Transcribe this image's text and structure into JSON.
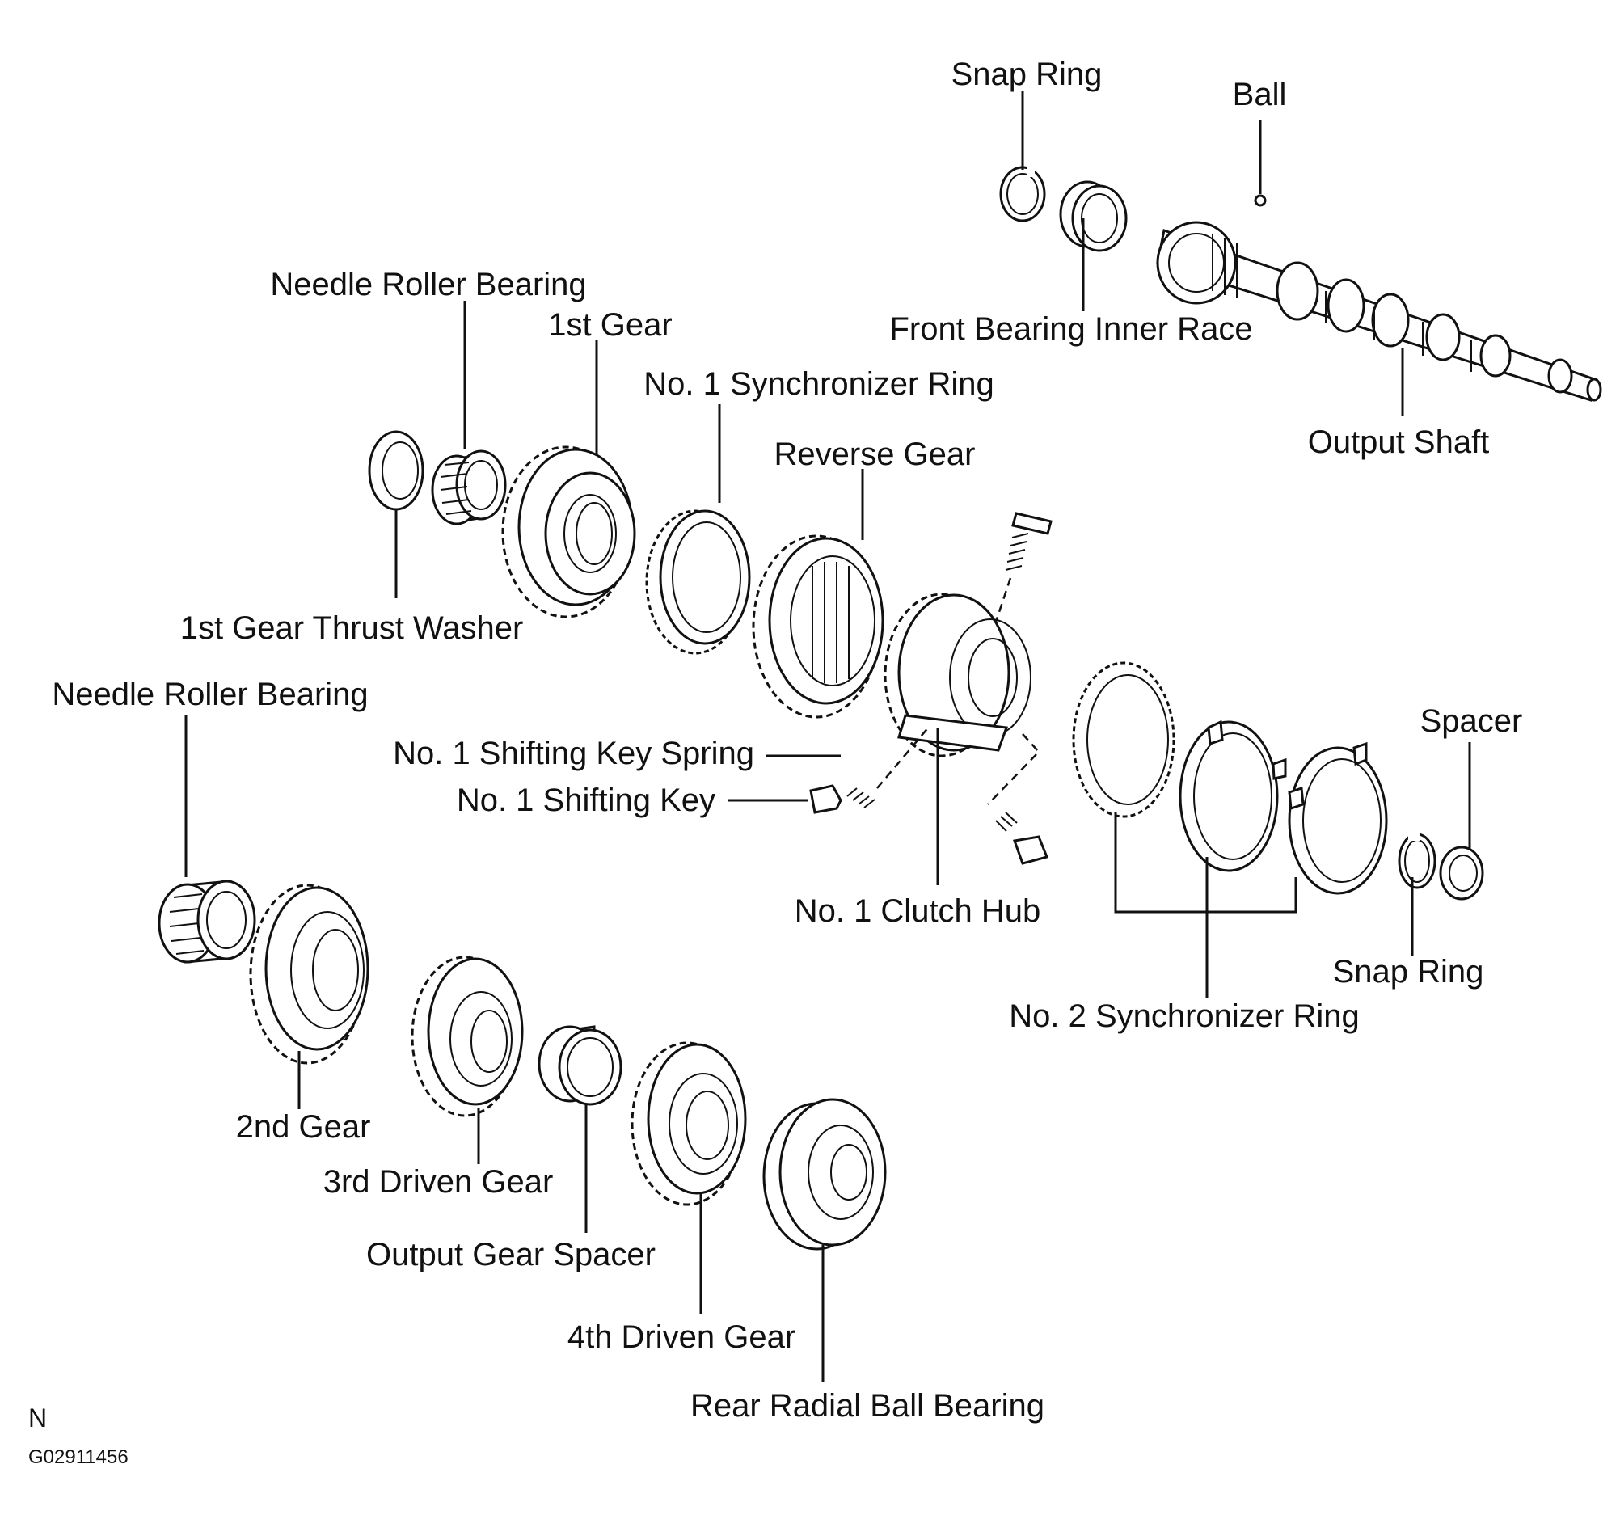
{
  "labels": {
    "snap_ring_top": "Snap Ring",
    "ball": "Ball",
    "front_bearing_inner_race": "Front Bearing Inner Race",
    "output_shaft": "Output Shaft",
    "needle_roller_bearing_upper": "Needle Roller Bearing",
    "first_gear": "1st Gear",
    "no1_synchronizer_ring": "No. 1 Synchronizer Ring",
    "reverse_gear": "Reverse Gear",
    "first_gear_thrust_washer": "1st Gear Thrust Washer",
    "needle_roller_bearing_lower": "Needle Roller Bearing",
    "no1_shifting_key_spring": "No. 1 Shifting Key Spring",
    "no1_shifting_key": "No. 1 Shifting Key",
    "no1_clutch_hub": "No. 1 Clutch Hub",
    "spacer": "Spacer",
    "snap_ring_right": "Snap Ring",
    "no2_synchronizer_ring": "No. 2 Synchronizer Ring",
    "second_gear": "2nd Gear",
    "third_driven_gear": "3rd Driven Gear",
    "output_gear_spacer": "Output Gear Spacer",
    "fourth_driven_gear": "4th Driven Gear",
    "rear_radial_ball_bearing": "Rear Radial Ball Bearing"
  },
  "footer": {
    "mark": "N",
    "figure_code": "G02911456"
  }
}
